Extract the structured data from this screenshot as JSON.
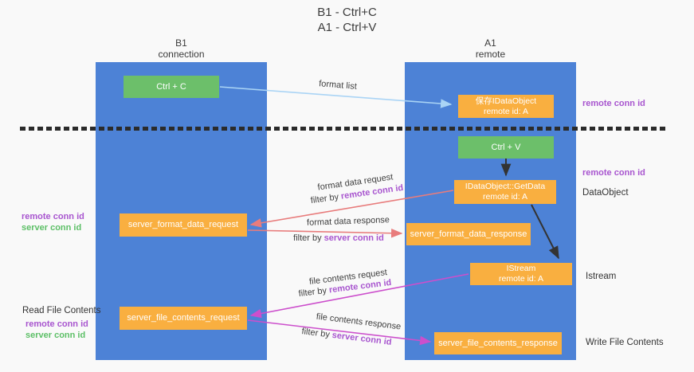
{
  "colors": {
    "background": "#f9f9f9",
    "column-blue": "#4d82d6",
    "box-green": "#6cbf6a",
    "box-orange": "#f9af40",
    "box-text": "#ffffff",
    "arrow-blue": "#aad4f5",
    "arrow-red": "#e87c7c",
    "arrow-magenta": "#cc4fcc",
    "arrow-black": "#333333",
    "label-purple": "#a855cf",
    "label-green": "#5cbf66",
    "text-dark": "#3c3c3c",
    "divider-black": "#2b2b2b"
  },
  "title": {
    "line1": "B1 - Ctrl+C",
    "line2": "A1 - Ctrl+V"
  },
  "columns": {
    "left": {
      "header_line1": "B1",
      "header_line2": "connection"
    },
    "right": {
      "header_line1": "A1",
      "header_line2": "remote"
    }
  },
  "boxes": {
    "ctrl_c": "Ctrl + C",
    "ctrl_v": "Ctrl + V",
    "save_dataobject": {
      "line1": "保存IDataObject",
      "line2": "remote id: A"
    },
    "getdata": {
      "line1": "IDataObject::GetData",
      "line2": "remote id: A"
    },
    "istream": {
      "line1": "IStream",
      "line2": "remote id: A"
    },
    "server_format_data_request": "server_format_data_request",
    "server_format_data_response": "server_format_data_response",
    "server_file_contents_request": "server_file_contents_request",
    "server_file_contents_response": "server_file_contents_response"
  },
  "arrow_labels": {
    "format_list": "format list",
    "format_data_request": "format data request",
    "format_data_response": "format data response",
    "file_contents_request": "file contents request",
    "file_contents_response": "file contents response",
    "filter_by": "filter by",
    "remote_conn_id": "remote conn id",
    "server_conn_id": "server conn id"
  },
  "annotations": {
    "right": {
      "remote_conn_id_top": "remote conn id",
      "remote_conn_id_mid": "remote conn id",
      "dataobject": "DataObject",
      "istream": "Istream",
      "write_file_contents": "Write File Contents"
    },
    "left": {
      "remote_conn_id_mid": "remote conn id",
      "server_conn_id_mid": "server conn id",
      "read_file_contents": "Read File Contents",
      "remote_conn_id_bottom": "remote conn id",
      "server_conn_id_bottom": "server conn id"
    }
  }
}
